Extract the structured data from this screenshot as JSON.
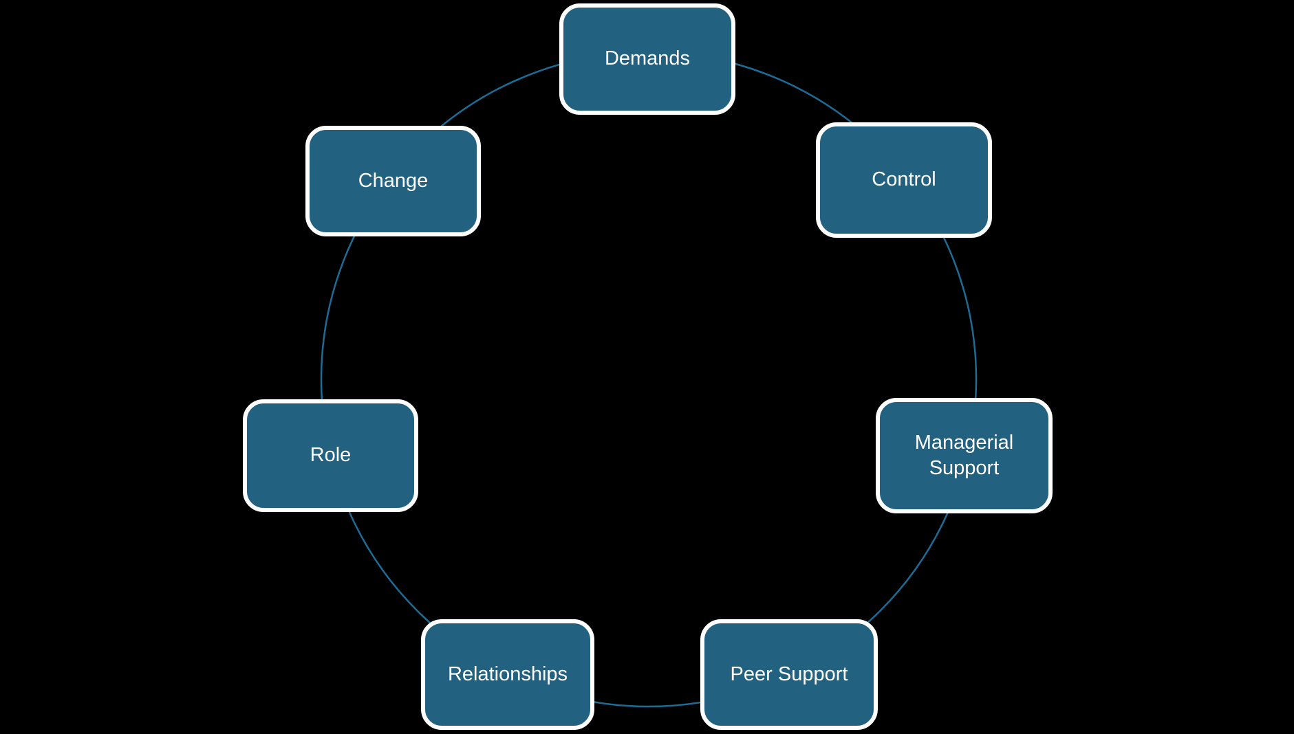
{
  "diagram": {
    "colors": {
      "background": "#000000",
      "node_fill": "#226180",
      "node_border": "#FFFFFF",
      "node_text": "#FFFFFF",
      "circle_stroke": "#1D6C96"
    },
    "nodes": [
      {
        "id": "demands",
        "label": "Demands"
      },
      {
        "id": "control",
        "label": "Control"
      },
      {
        "id": "managerial",
        "label": "Managerial Support"
      },
      {
        "id": "peer",
        "label": "Peer Support"
      },
      {
        "id": "relationships",
        "label": "Relationships"
      },
      {
        "id": "role",
        "label": "Role"
      },
      {
        "id": "change",
        "label": "Change"
      }
    ]
  }
}
